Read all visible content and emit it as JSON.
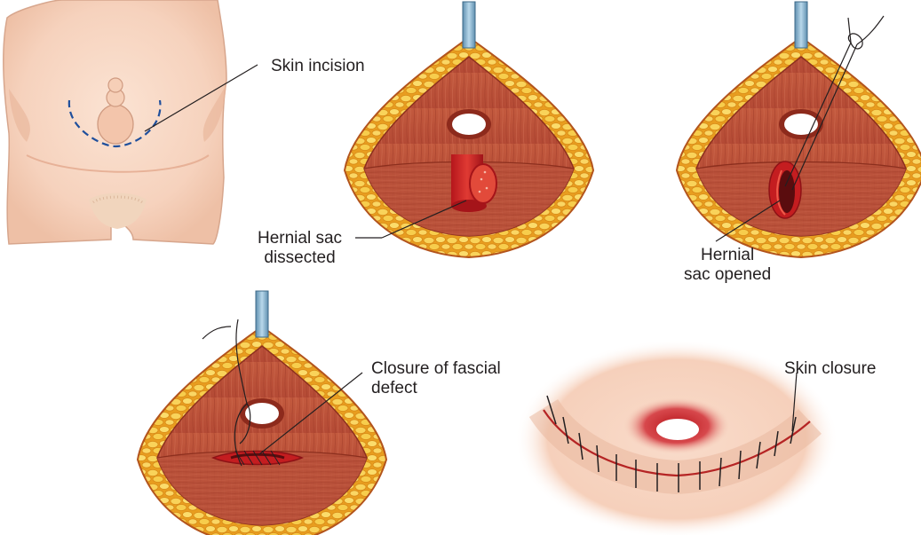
{
  "labels": {
    "skin_incision": "Skin incision",
    "hernial_sac_dissected": [
      "Hernial sac",
      "dissected"
    ],
    "hernial_sac_opened": [
      "Hernial",
      "sac opened"
    ],
    "closure_fascial_defect": [
      "Closure of fascial",
      "defect"
    ],
    "skin_closure": "Skin closure"
  }
}
